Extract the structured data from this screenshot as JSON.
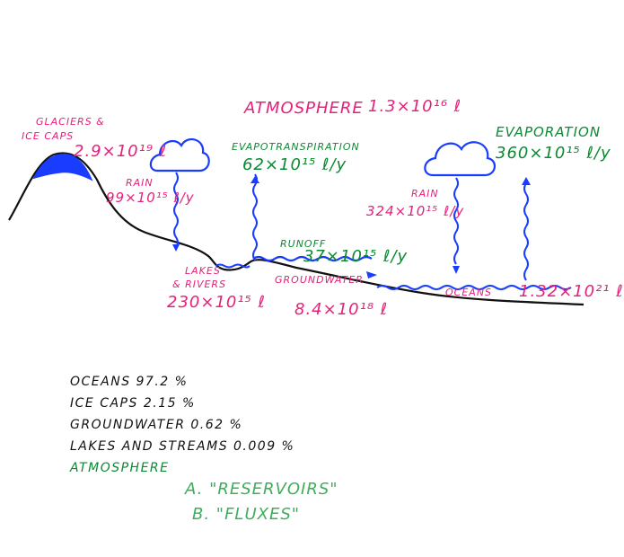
{
  "reservoirs": {
    "atmosphere": {
      "label": "Atmosphere",
      "value": "1.3×10¹⁶ ℓ"
    },
    "glaciers": {
      "label_line1": "Glaciers &",
      "label_line2": "Ice caps",
      "value": "2.9×10¹⁹ ℓ"
    },
    "lakes": {
      "label_line1": "Lakes",
      "label_line2": "& Rivers",
      "value": "230×10¹⁵ ℓ"
    },
    "groundwater": {
      "label": "Groundwater",
      "value": "8.4×10¹⁸ ℓ"
    },
    "oceans": {
      "label": "Oceans",
      "value": "1.32×10²¹ ℓ"
    }
  },
  "fluxes": {
    "rain_land": {
      "label": "Rain",
      "value": "99×10¹⁵ ℓ/y"
    },
    "evapotranspiration": {
      "label": "Evapotranspiration",
      "value": "62×10¹⁵ ℓ/y"
    },
    "runoff": {
      "label": "Runoff",
      "value": "37×10¹⁵ ℓ/y"
    },
    "rain_ocean": {
      "label": "Rain",
      "value": "324×10¹⁵ ℓ/y"
    },
    "evaporation": {
      "label": "Evaporation",
      "value": "360×10¹⁵ ℓ/y"
    }
  },
  "percentages": [
    {
      "text": "Oceans 97.2 %"
    },
    {
      "text": "Ice caps 2.15 %"
    },
    {
      "text": "Groundwater 0.62 %"
    },
    {
      "text": "Lakes and Streams 0.009 %"
    },
    {
      "text": "Atmosphere"
    }
  ],
  "notes": {
    "a": "A. \"Reservoirs\"",
    "b": "B. \"Fluxes\""
  },
  "colors": {
    "pink": "#e8207a",
    "green": "#0a8a32",
    "blue": "#1a3cff",
    "black": "#111111"
  }
}
